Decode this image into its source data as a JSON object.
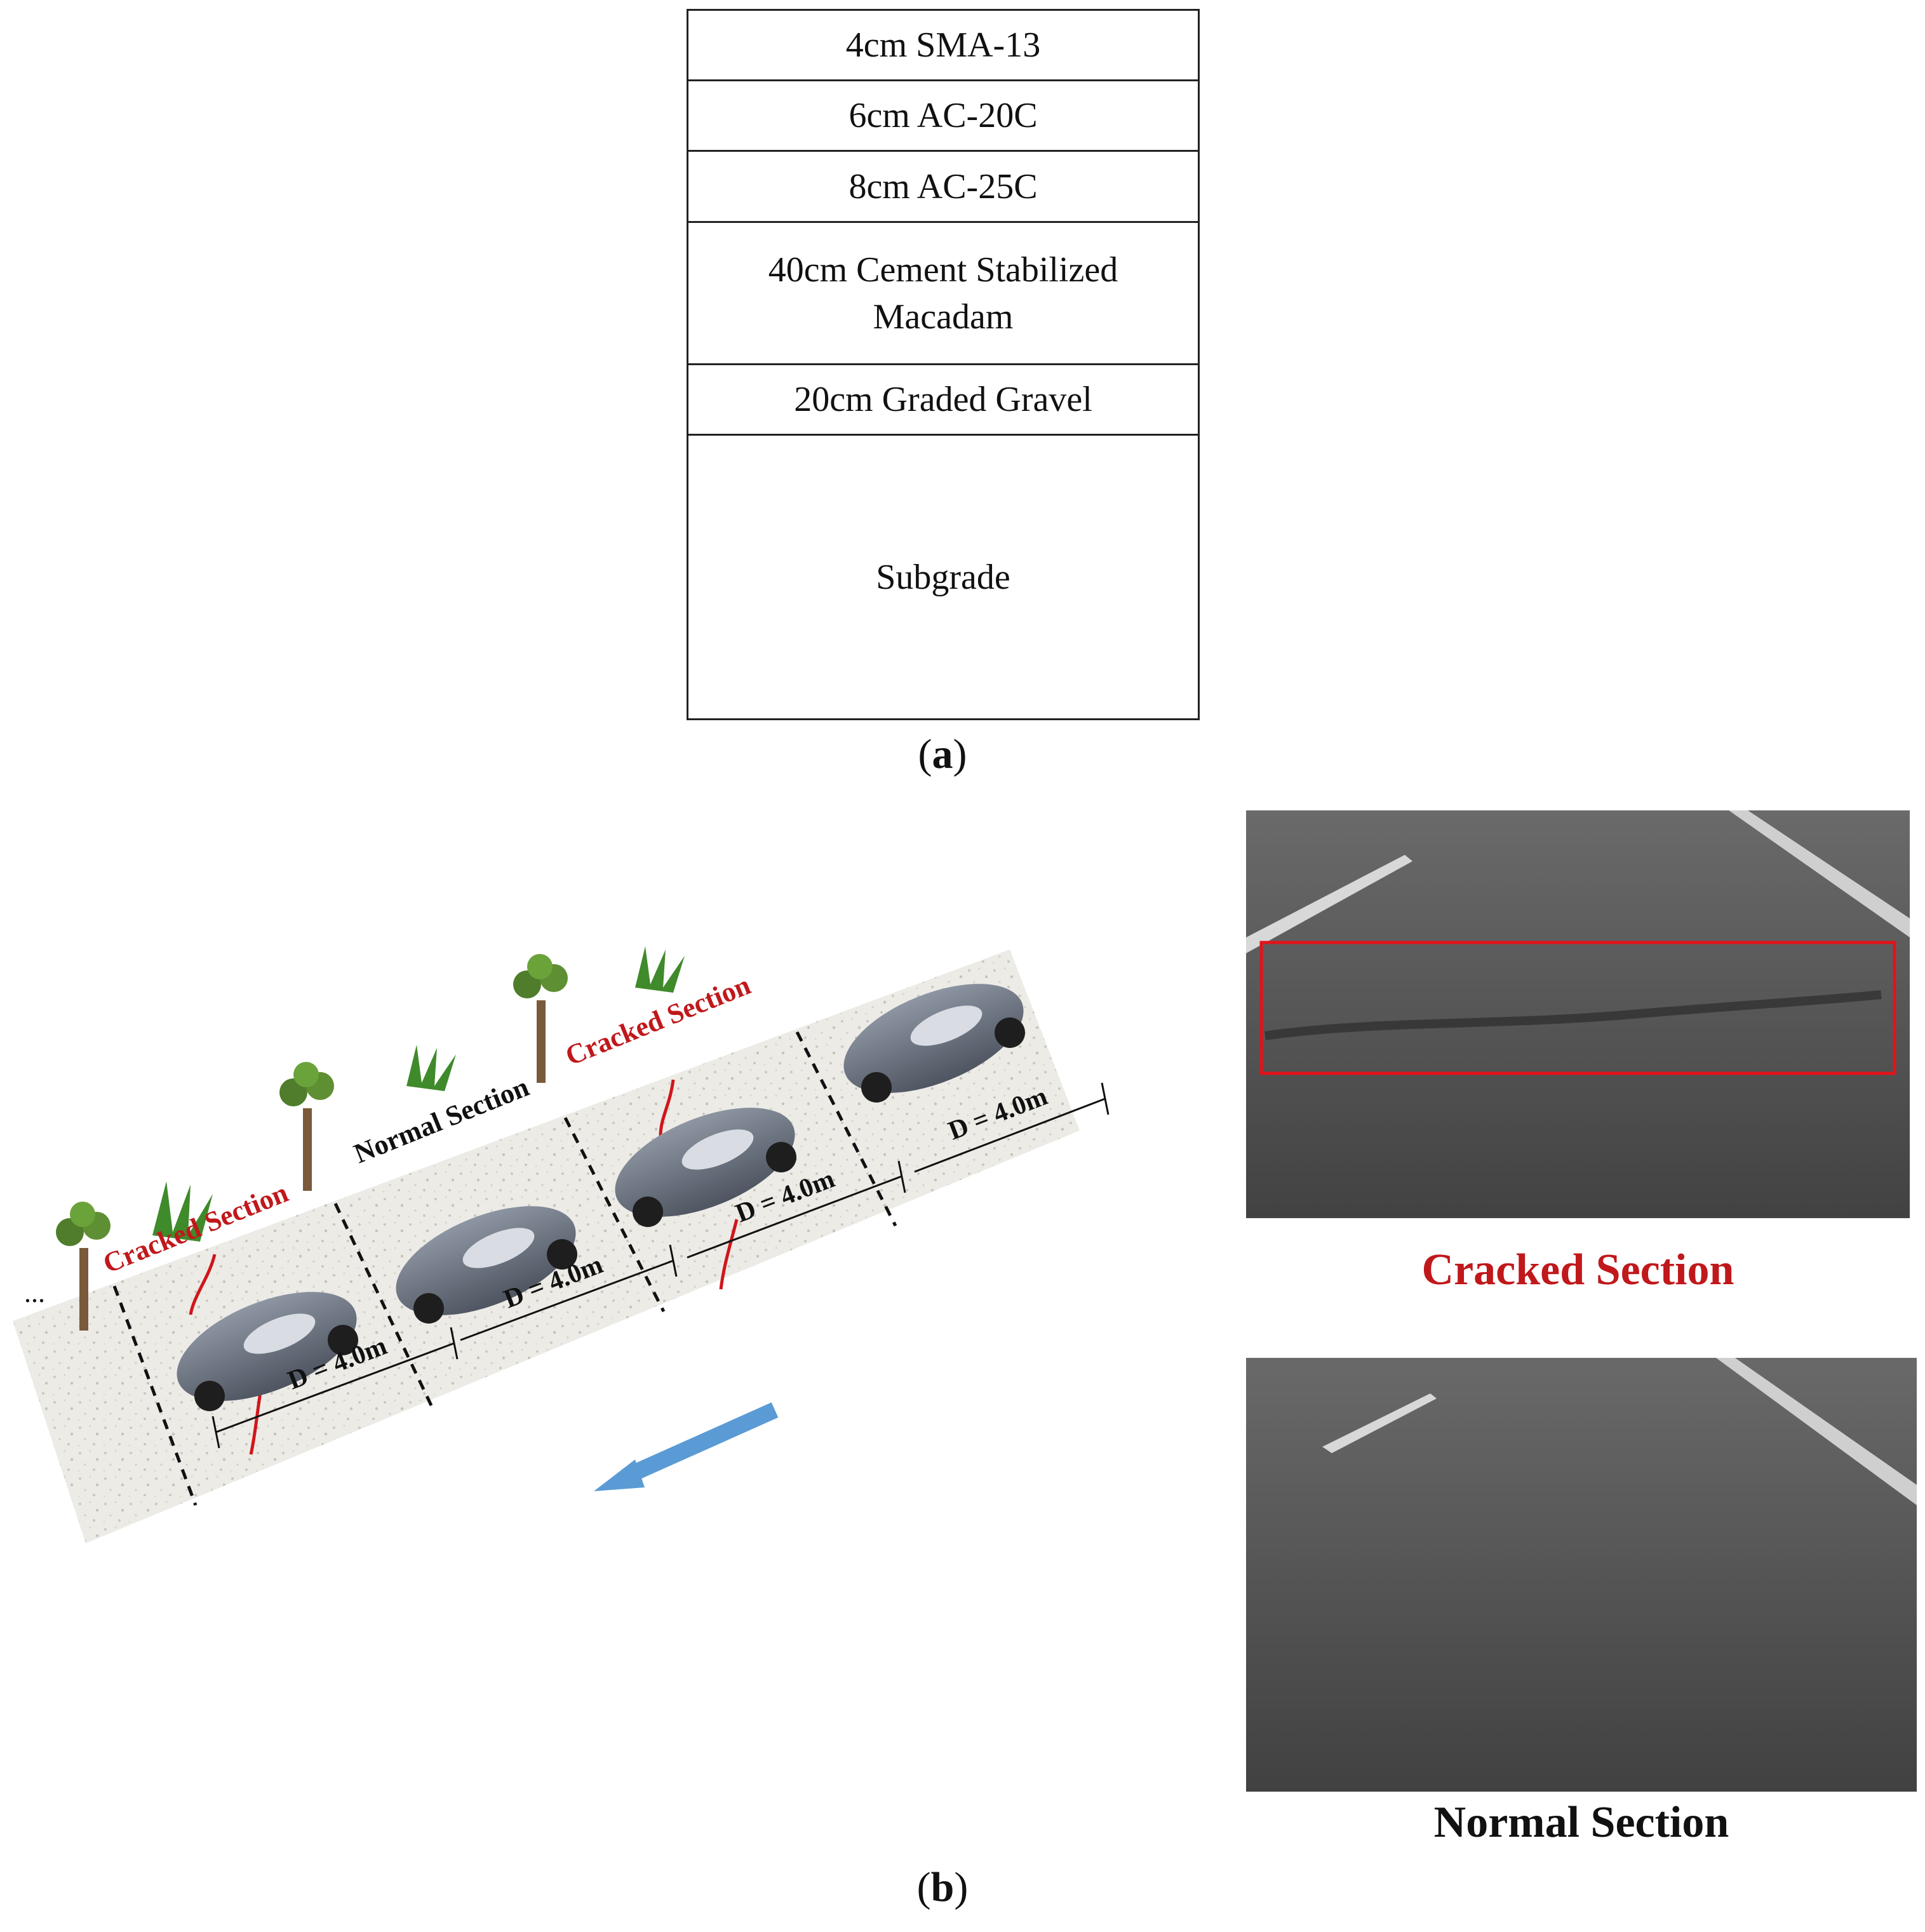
{
  "layers": {
    "l1": "4cm SMA-13",
    "l2": "6cm AC-20C",
    "l3": "8cm AC-25C",
    "l4": "40cm Cement Stabilized Macadam",
    "l5": "20cm Graded Gravel",
    "l6": "Subgrade"
  },
  "captions": {
    "a_letter": "a",
    "b_letter": "b"
  },
  "road": {
    "ellipsis": "...",
    "cracked_left": "Cracked Section",
    "normal_mid": "Normal Section",
    "cracked_right": "Cracked Section",
    "distances": [
      "D = 4.0m",
      "D = 4.0m",
      "D = 4.0m",
      "D = 4.0m"
    ]
  },
  "photos": {
    "cracked_label": "Cracked Section",
    "normal_label": "Normal Section"
  },
  "colors": {
    "crack_red": "#c0181b",
    "arrow_blue": "#5b9bd5",
    "asphalt": "#4b4b4b"
  }
}
